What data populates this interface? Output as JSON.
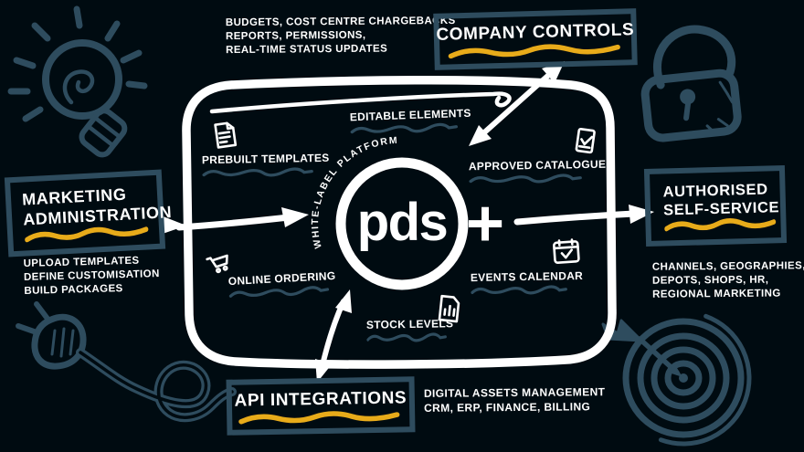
{
  "colors": {
    "background": "#000b11",
    "ink_teal": "#2e4c5e",
    "accent_yellow": "#e8ab1a",
    "white": "#ffffff"
  },
  "center": {
    "brand": "pds",
    "plus": "+",
    "arc_label": "WHITE-LABEL PLATFORM",
    "features": [
      {
        "label": "PREBUILT TEMPLATES",
        "icon": "document-icon"
      },
      {
        "label": "EDITABLE ELEMENTS",
        "icon": null
      },
      {
        "label": "APPROVED CATALOGUE",
        "icon": "clipboard-check-icon"
      },
      {
        "label": "ONLINE ORDERING",
        "icon": "cart-icon"
      },
      {
        "label": "EVENTS CALENDAR",
        "icon": "calendar-check-icon"
      },
      {
        "label": "STOCK LEVELS",
        "icon": "chart-document-icon"
      }
    ]
  },
  "callouts": {
    "company_controls": {
      "title": "COMPANY CONTROLS",
      "note_lines": [
        "BUDGETS, COST CENTRE CHARGEBACKS",
        "REPORTS, PERMISSIONS,",
        "REAL-TIME STATUS UPDATES"
      ]
    },
    "marketing_administration": {
      "title_lines": [
        "MARKETING",
        "ADMINISTRATION"
      ],
      "note_lines": [
        "UPLOAD TEMPLATES",
        "DEFINE CUSTOMISATION",
        "BUILD PACKAGES"
      ]
    },
    "authorised_self_service": {
      "title_lines": [
        "AUTHORISED",
        "SELF-SERVICE"
      ],
      "note_lines": [
        "CHANNELS, GEOGRAPHIES,",
        "DEPOTS, SHOPS, HR,",
        "REGIONAL MARKETING"
      ]
    },
    "api_integrations": {
      "title": "API INTEGRATIONS",
      "note_lines": [
        "DIGITAL ASSETS MANAGEMENT",
        "CRM, ERP, FINANCE, BILLING"
      ]
    }
  },
  "decorations": [
    "lightbulb-icon",
    "padlock-icon",
    "power-plug-icon",
    "target-icon"
  ]
}
